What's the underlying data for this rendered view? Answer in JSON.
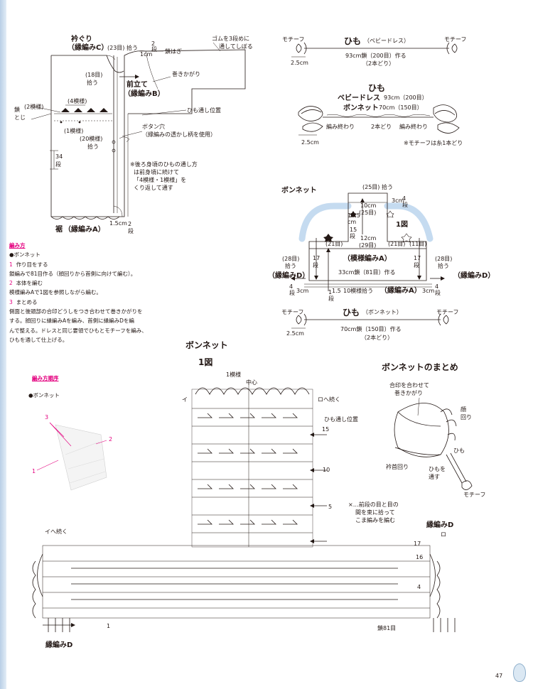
{
  "garment": {
    "neckline_title": "衿ぐり",
    "neckline_stitch": "（縁編みC）",
    "neck_pickup": "(23目) 拾う",
    "neck_rows_top": "2",
    "neck_rows_bot": "段",
    "neck_width": "1cm",
    "neck_bind": "鎖はぎ",
    "elastic1": "ゴムを3段めに",
    "elastic2": "通してしぼる",
    "front_pick": "(18目)",
    "front_pick2": "拾う",
    "front_band": "前立て",
    "front_band_stitch": "（縁編みB）",
    "overcast": "巻きかがり",
    "cord_pos": "ひも通し位置",
    "buttonhole1": "ボタン穴",
    "buttonhole2": "（縁編みの透かし柄を使用）",
    "chain_join1": "鎖",
    "chain_join2": "とじ",
    "rep2": "(2模様)",
    "rep4": "(4模様)",
    "rep1": "(1模様)",
    "rep20": "(20模様)",
    "rep20_pick": "拾う",
    "rows34": "34",
    "rows34_unit": "段",
    "note1": "※後ろ身頃のひもの通し方",
    "note2": "は前身頃に続けて",
    "note3": "「4模様・1模様」を",
    "note4": "くり返して通す",
    "hem_width": "1.5cm",
    "hem_title": "裾",
    "hem_stitch": "（縁編みA）",
    "hem_rows": "2",
    "hem_rows_unit": "段"
  },
  "cord_dress": {
    "motif_l": "モチーフ",
    "motif_r": "モチーフ",
    "title": "ひも",
    "subtitle": "（ベビードレス）",
    "length": "2.5cm",
    "chain": "93cm鎖（200目）作る",
    "strands": "（2本どり）"
  },
  "cord_detail": {
    "title": "ひも",
    "dress_label": "ベビードレス",
    "dress_len": "93cm（200目）",
    "bonnet_label": "ボンネット",
    "bonnet_len": "70cm（150目）",
    "end_l": "編み終わり",
    "mid": "2本どり",
    "end_r": "編み終わり",
    "size": "2.5cm",
    "note": "※モチーフは糸1本どり"
  },
  "bonnet_schematic": {
    "title": "ボンネット",
    "top_pick": "(25目) 拾う",
    "w10": "10cm",
    "w10_st": "(25目)",
    "c3": "3cm",
    "r4": "4",
    "r4u": "段",
    "f1": "1図",
    "h105": "10.5",
    "h105u": "cm",
    "h15": "15",
    "h15u": "段",
    "w12": "12cm",
    "w12_st": "(29目)",
    "p21l": "(21目)",
    "p21r": "(21目)",
    "p11": "(11目)",
    "p28l": "(28目)",
    "p28l2": "拾う",
    "p28r": "(28目)",
    "p28r2": "拾う",
    "h17l": "17",
    "h17lu": "段",
    "h17r": "17",
    "h17ru": "段",
    "main_stitch": "（模様編みA）",
    "w33": "33cm鎖（81目）作る",
    "edgeD_l": "（縁編みD）",
    "edgeD_r": "（縁編みD）",
    "bot_r4": "4",
    "bot_r4u": "段",
    "bot_c3l": "3cm",
    "bot_15": "1.5",
    "bot_10rep": "10模様拾う",
    "bot_1": "1",
    "bot_1u": "段",
    "bot_stitch": "（縁編みA）",
    "bot_c3r": "3cm",
    "bot_r4b": "4",
    "bot_r4bu": "段"
  },
  "cord_bonnet": {
    "motif_l": "モチーフ",
    "motif_r": "モチーフ",
    "title": "ひも",
    "subtitle": "（ボンネット）",
    "length": "2.5cm",
    "chain": "70cm鎖（150目）作る",
    "strands": "（2本どり）"
  },
  "method": {
    "header": "編み方",
    "item": "●ボンネット",
    "s1n": "1",
    "s1": "作り目をする",
    "s1d": "鎖編みで81目作る（顔回りから首側に向けて編む）。",
    "s2n": "2",
    "s2": "本体を編む",
    "s2d": "模様編みAで1図を参照しながら編む。",
    "s3n": "3",
    "s3": "まとめる",
    "s3d1": "側面と後頭部の合印どうしをつき合わせて巻きかがりを",
    "s3d2": "する。顔回りに縁編みAを編み、首側に縁編みDを編",
    "s3d3": "んで整える。ドレスと同じ要領でひもとモチーフを編み、",
    "s3d4": "ひもを通して仕上げる。"
  },
  "order": {
    "header": "編み方順序",
    "item": "●ボンネット",
    "n1": "1",
    "n2": "2",
    "n3": "3"
  },
  "chart": {
    "title": "ボンネット",
    "fig": "1図",
    "one_rep": "1模様",
    "center": "中心",
    "to_ro": "ロへ続く",
    "cord_pos": "ひも通し位置",
    "r15": "15",
    "r10": "10",
    "r5": "5",
    "r17": "17",
    "r16": "16",
    "r4": "4",
    "r1": "1",
    "i_label": "イ",
    "ro_label": "ロ",
    "i_cont": "イへ続く",
    "note1": "×…前段の目と目の",
    "note2": "間を束に拾って",
    "note3": "こま編みを編む",
    "edgeD_left": "縁編みD",
    "edgeD_right": "縁編みD",
    "base": "鎖81目"
  },
  "assembly": {
    "title": "ボンネットのまとめ",
    "l1": "合印を合わせて",
    "l2": "巻きかがり",
    "face": "顔",
    "face2": "回り",
    "cord": "ひも",
    "neck": "衿首回り",
    "thread1": "ひもを",
    "thread2": "通す",
    "motif": "モチーフ"
  },
  "page_number": "47"
}
